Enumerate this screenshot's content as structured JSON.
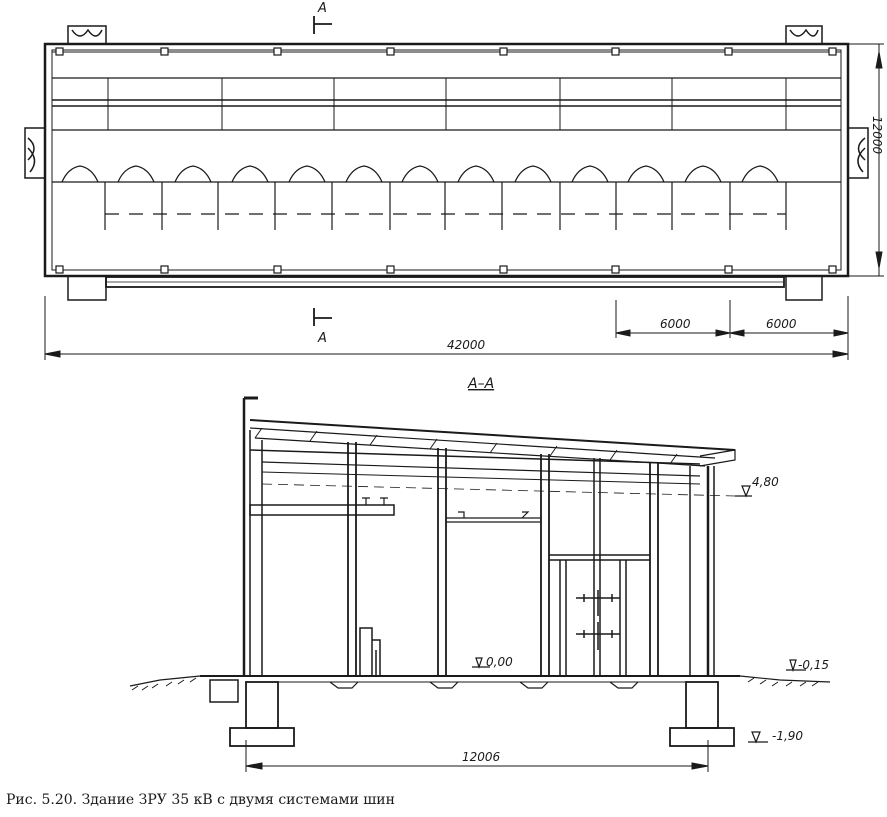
{
  "plan": {
    "section_mark_top": "A",
    "section_mark_bottom": "A",
    "dim_height": "12000",
    "dim_bay_1": "6000",
    "dim_bay_2": "6000",
    "dim_length": "42000"
  },
  "section": {
    "title": "A–A",
    "level_eaves": "4,80",
    "level_floor": "0,00",
    "level_ground": "-0,15",
    "level_foundation": "-1,90",
    "dim_span": "12006"
  },
  "caption": "Рис. 5.20. Здание ЗРУ 35 кВ с двумя системами шин"
}
